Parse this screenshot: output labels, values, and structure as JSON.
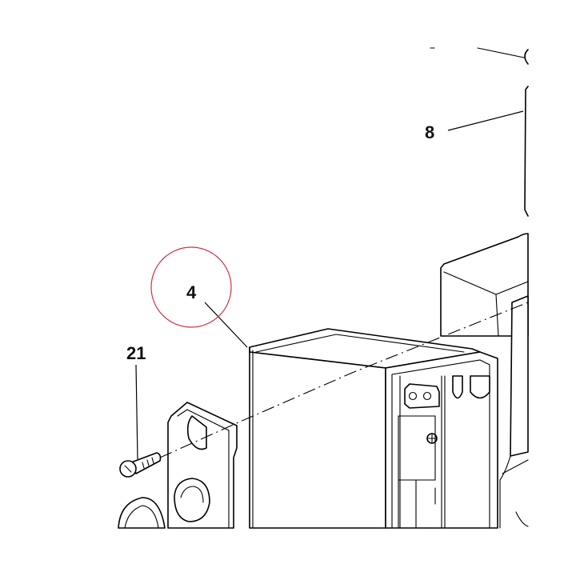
{
  "callouts": {
    "part_4": "4",
    "part_8": "8",
    "part_21": "21"
  },
  "highlight_color": "#cc3344"
}
